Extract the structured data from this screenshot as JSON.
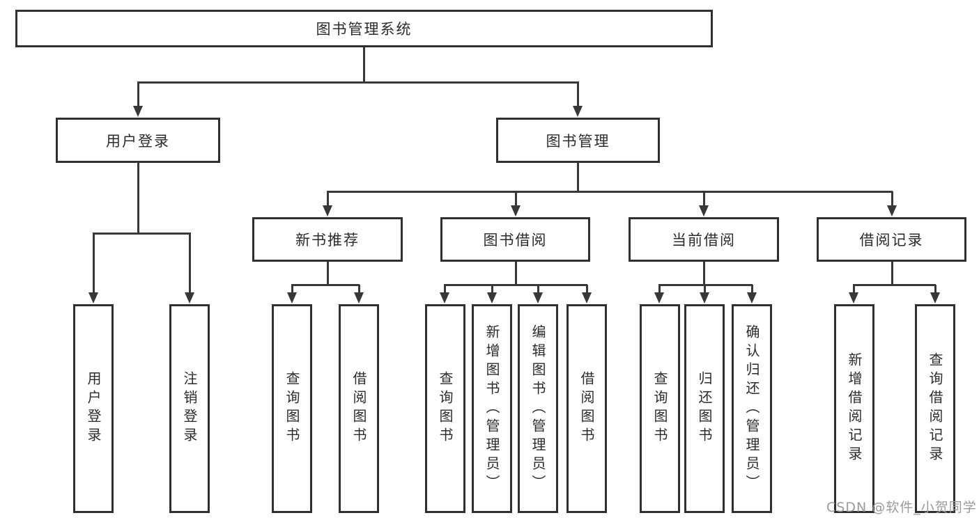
{
  "tree": {
    "label": "图书管理系统",
    "children": [
      {
        "label": "用户登录",
        "children": [
          {
            "label": "用户登录"
          },
          {
            "label": "注销登录"
          }
        ]
      },
      {
        "label": "图书管理",
        "children": [
          {
            "label": "新书推荐",
            "children": [
              {
                "label": "查询图书"
              },
              {
                "label": "借阅图书"
              }
            ]
          },
          {
            "label": "图书借阅",
            "children": [
              {
                "label": "查询图书"
              },
              {
                "label": "新增图书（管理员）"
              },
              {
                "label": "编辑图书（管理员）"
              },
              {
                "label": "借阅图书"
              }
            ]
          },
          {
            "label": "当前借阅",
            "children": [
              {
                "label": "查询图书"
              },
              {
                "label": "归还图书"
              },
              {
                "label": "确认归还（管理员）"
              }
            ]
          },
          {
            "label": "借阅记录",
            "children": [
              {
                "label": "新增借阅记录"
              },
              {
                "label": "查询借阅记录"
              }
            ]
          }
        ]
      }
    ]
  },
  "watermark": {
    "text": "CSDN @软件_小贺同学"
  },
  "colors": {
    "box_border": "#2f2f2f",
    "line": "#383838",
    "box_fill": "#ffffff",
    "text": "#2b2b2b",
    "watermark": "#9b9b9b",
    "background": "#ffffff"
  }
}
